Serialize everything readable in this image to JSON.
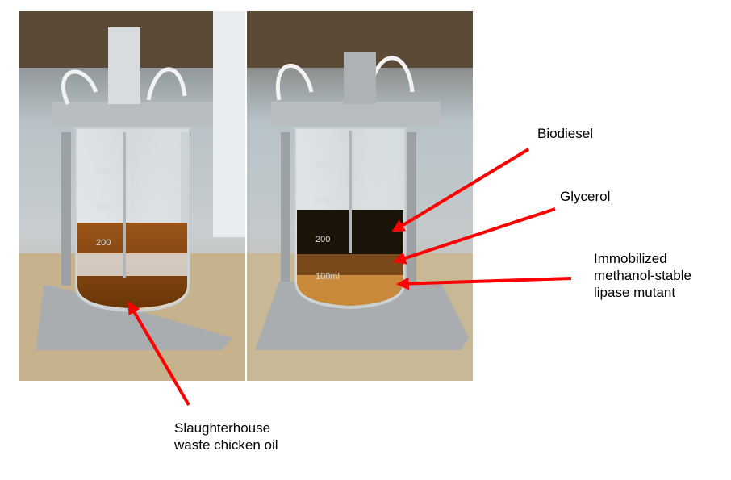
{
  "figure": {
    "left_photo": {
      "graduations": [
        "400",
        "300",
        "200"
      ],
      "contents": "Slaughterhouse waste chicken oil"
    },
    "right_photo": {
      "graduations": [
        "400",
        "300",
        "200",
        "100ml"
      ]
    },
    "labels": {
      "biodiesel": "Biodiesel",
      "glycerol": "Glycerol",
      "immobilized": "Immobilized\nmethanol-stable\nlipase mutant",
      "slaughterhouse": "Slaughterhouse\nwaste chicken oil"
    },
    "colors": {
      "arrow": "#ff0000",
      "oil": "#8a4a12",
      "biodiesel": "#1a1408",
      "glycerol": "#7a4a1c",
      "enzyme": "#c88a3a"
    }
  }
}
